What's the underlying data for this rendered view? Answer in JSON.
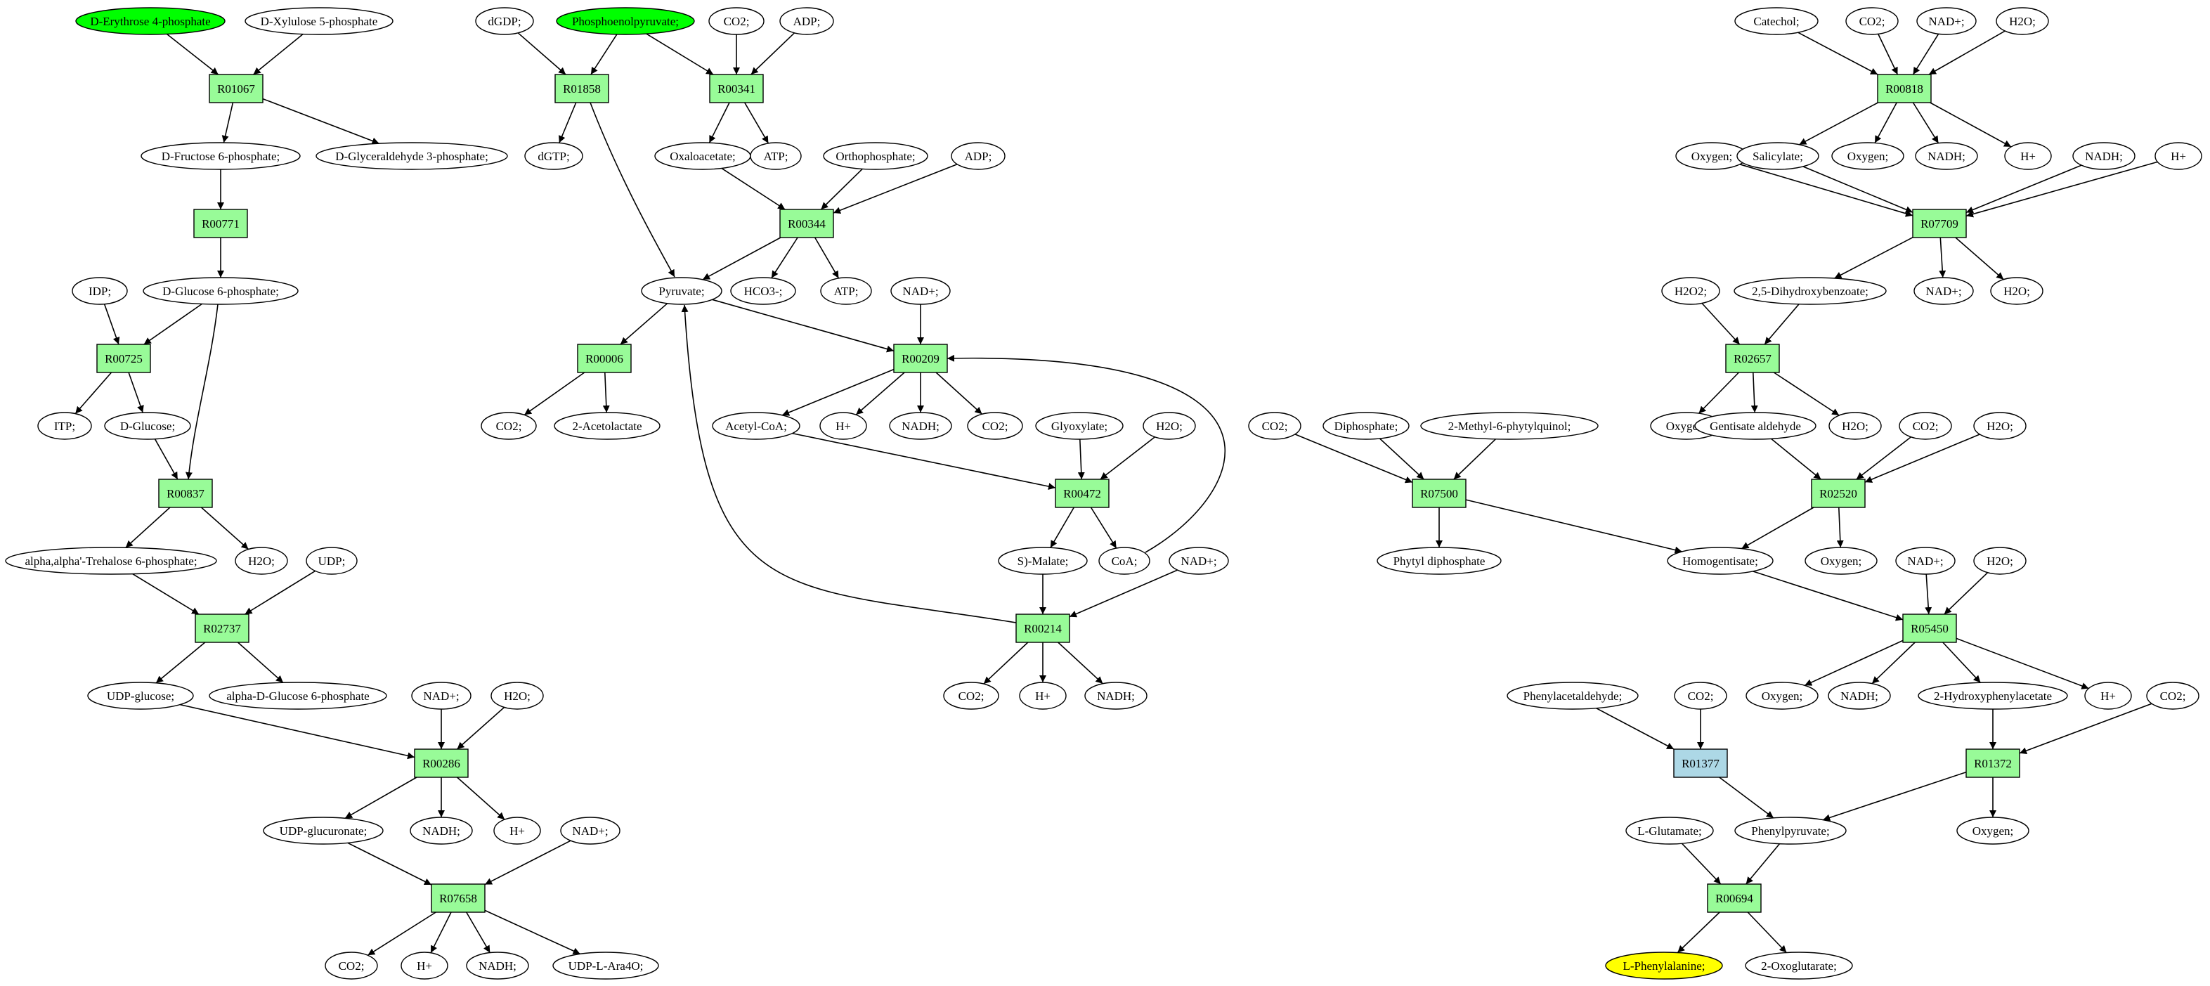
{
  "colors": {
    "metabolite": "#ffffff",
    "reaction": "#98fb98",
    "reaction_highlight": "#add8e6",
    "source": "#00ff00",
    "target": "#ffff00",
    "stroke": "#000000"
  },
  "nodes": [
    {
      "id": "m_e4p",
      "label": "D-Erythrose 4-phosphate",
      "kind": "source"
    },
    {
      "id": "m_xu5p",
      "label": "D-Xylulose 5-phosphate",
      "kind": "metabolite"
    },
    {
      "id": "r_01067",
      "label": "R01067",
      "kind": "reaction"
    },
    {
      "id": "m_f6p",
      "label": "D-Fructose 6-phosphate;",
      "kind": "metabolite"
    },
    {
      "id": "m_g3p",
      "label": "D-Glyceraldehyde 3-phosphate;",
      "kind": "metabolite"
    },
    {
      "id": "r_00771",
      "label": "R00771",
      "kind": "reaction"
    },
    {
      "id": "m_g6p",
      "label": "D-Glucose 6-phosphate;",
      "kind": "metabolite"
    },
    {
      "id": "m_idp",
      "label": "IDP;",
      "kind": "metabolite"
    },
    {
      "id": "r_00725",
      "label": "R00725",
      "kind": "reaction"
    },
    {
      "id": "m_itp",
      "label": "ITP;",
      "kind": "metabolite"
    },
    {
      "id": "m_dglc",
      "label": "D-Glucose;",
      "kind": "metabolite"
    },
    {
      "id": "r_00837",
      "label": "R00837",
      "kind": "reaction"
    },
    {
      "id": "m_tre6p",
      "label": "alpha,alpha'-Trehalose 6-phosphate;",
      "kind": "metabolite"
    },
    {
      "id": "m_h2o_a",
      "label": "H2O;",
      "kind": "metabolite"
    },
    {
      "id": "m_udp_a",
      "label": "UDP;",
      "kind": "metabolite"
    },
    {
      "id": "r_02737",
      "label": "R02737",
      "kind": "reaction"
    },
    {
      "id": "m_udpglc",
      "label": "UDP-glucose;",
      "kind": "metabolite"
    },
    {
      "id": "m_ag6p",
      "label": "alpha-D-Glucose 6-phosphate",
      "kind": "metabolite"
    },
    {
      "id": "m_nad_a",
      "label": "NAD+;",
      "kind": "metabolite"
    },
    {
      "id": "m_h2o_b",
      "label": "H2O;",
      "kind": "metabolite"
    },
    {
      "id": "r_00286",
      "label": "R00286",
      "kind": "reaction"
    },
    {
      "id": "m_udpglcur",
      "label": "UDP-glucuronate;",
      "kind": "metabolite"
    },
    {
      "id": "m_nadh_a",
      "label": "NADH;",
      "kind": "metabolite"
    },
    {
      "id": "m_h_a",
      "label": "H+",
      "kind": "metabolite"
    },
    {
      "id": "m_nad_b",
      "label": "NAD+;",
      "kind": "metabolite"
    },
    {
      "id": "r_07658",
      "label": "R07658",
      "kind": "reaction"
    },
    {
      "id": "m_co2_a",
      "label": "CO2;",
      "kind": "metabolite"
    },
    {
      "id": "m_h_b",
      "label": "H+",
      "kind": "metabolite"
    },
    {
      "id": "m_nadh_b",
      "label": "NADH;",
      "kind": "metabolite"
    },
    {
      "id": "m_udpara",
      "label": "UDP-L-Ara4O;",
      "kind": "metabolite"
    },
    {
      "id": "m_dgdp",
      "label": "dGDP;",
      "kind": "metabolite"
    },
    {
      "id": "m_pep",
      "label": "Phosphoenolpyruvate;",
      "kind": "source"
    },
    {
      "id": "m_co2_b",
      "label": "CO2;",
      "kind": "metabolite"
    },
    {
      "id": "m_adp_a",
      "label": "ADP;",
      "kind": "metabolite"
    },
    {
      "id": "r_01858",
      "label": "R01858",
      "kind": "reaction"
    },
    {
      "id": "r_00341",
      "label": "R00341",
      "kind": "reaction"
    },
    {
      "id": "m_dgtp",
      "label": "dGTP;",
      "kind": "metabolite"
    },
    {
      "id": "m_oaa",
      "label": "Oxaloacetate;",
      "kind": "metabolite"
    },
    {
      "id": "m_atp_a",
      "label": "ATP;",
      "kind": "metabolite"
    },
    {
      "id": "m_pi",
      "label": "Orthophosphate;",
      "kind": "metabolite"
    },
    {
      "id": "m_adp_b",
      "label": "ADP;",
      "kind": "metabolite"
    },
    {
      "id": "r_00344",
      "label": "R00344",
      "kind": "reaction"
    },
    {
      "id": "m_pyr",
      "label": "Pyruvate;",
      "kind": "metabolite"
    },
    {
      "id": "m_hco3",
      "label": "HCO3-;",
      "kind": "metabolite"
    },
    {
      "id": "m_atp_b",
      "label": "ATP;",
      "kind": "metabolite"
    },
    {
      "id": "m_nad_c",
      "label": "NAD+;",
      "kind": "metabolite"
    },
    {
      "id": "r_00006",
      "label": "R00006",
      "kind": "reaction"
    },
    {
      "id": "r_00209",
      "label": "R00209",
      "kind": "reaction"
    },
    {
      "id": "m_co2_c",
      "label": "CO2;",
      "kind": "metabolite"
    },
    {
      "id": "m_acetolac",
      "label": "2-Acetolactate",
      "kind": "metabolite"
    },
    {
      "id": "m_accoa",
      "label": "Acetyl-CoA;",
      "kind": "metabolite"
    },
    {
      "id": "m_h_c",
      "label": "H+",
      "kind": "metabolite"
    },
    {
      "id": "m_nadh_c",
      "label": "NADH;",
      "kind": "metabolite"
    },
    {
      "id": "m_co2_d",
      "label": "CO2;",
      "kind": "metabolite"
    },
    {
      "id": "m_glyox",
      "label": "Glyoxylate;",
      "kind": "metabolite"
    },
    {
      "id": "m_h2o_c",
      "label": "H2O;",
      "kind": "metabolite"
    },
    {
      "id": "r_00472",
      "label": "R00472",
      "kind": "reaction"
    },
    {
      "id": "m_smal",
      "label": "S)-Malate;",
      "kind": "metabolite"
    },
    {
      "id": "m_coa",
      "label": "CoA;",
      "kind": "metabolite"
    },
    {
      "id": "m_nad_d",
      "label": "NAD+;",
      "kind": "metabolite"
    },
    {
      "id": "r_00214",
      "label": "R00214",
      "kind": "reaction"
    },
    {
      "id": "m_co2_e",
      "label": "CO2;",
      "kind": "metabolite"
    },
    {
      "id": "m_h_d",
      "label": "H+",
      "kind": "metabolite"
    },
    {
      "id": "m_nadh_d",
      "label": "NADH;",
      "kind": "metabolite"
    },
    {
      "id": "m_catechol",
      "label": "Catechol;",
      "kind": "metabolite"
    },
    {
      "id": "m_co2_f",
      "label": "CO2;",
      "kind": "metabolite"
    },
    {
      "id": "m_nad_e",
      "label": "NAD+;",
      "kind": "metabolite"
    },
    {
      "id": "m_h2o_d",
      "label": "H2O;",
      "kind": "metabolite"
    },
    {
      "id": "r_00818",
      "label": "R00818",
      "kind": "reaction"
    },
    {
      "id": "m_o2_a",
      "label": "Oxygen;",
      "kind": "metabolite"
    },
    {
      "id": "m_salic",
      "label": "Salicylate;",
      "kind": "metabolite"
    },
    {
      "id": "m_o2_b",
      "label": "Oxygen;",
      "kind": "metabolite"
    },
    {
      "id": "m_nadh_e",
      "label": "NADH;",
      "kind": "metabolite"
    },
    {
      "id": "m_h_e",
      "label": "H+",
      "kind": "metabolite"
    },
    {
      "id": "m_nadh_f",
      "label": "NADH;",
      "kind": "metabolite"
    },
    {
      "id": "m_h_f",
      "label": "H+",
      "kind": "metabolite"
    },
    {
      "id": "r_07709",
      "label": "R07709",
      "kind": "reaction"
    },
    {
      "id": "m_h2o2",
      "label": "H2O2;",
      "kind": "metabolite"
    },
    {
      "id": "m_dhb",
      "label": "2,5-Dihydroxybenzoate;",
      "kind": "metabolite"
    },
    {
      "id": "m_nad_f",
      "label": "NAD+;",
      "kind": "metabolite"
    },
    {
      "id": "m_h2o_e",
      "label": "H2O;",
      "kind": "metabolite"
    },
    {
      "id": "r_02657",
      "label": "R02657",
      "kind": "reaction"
    },
    {
      "id": "m_o2_c",
      "label": "Oxygen;",
      "kind": "metabolite"
    },
    {
      "id": "m_gentald",
      "label": "Gentisate aldehyde",
      "kind": "metabolite"
    },
    {
      "id": "m_h2o_f",
      "label": "H2O;",
      "kind": "metabolite"
    },
    {
      "id": "m_co2_g",
      "label": "CO2;",
      "kind": "metabolite"
    },
    {
      "id": "m_h2o_g",
      "label": "H2O;",
      "kind": "metabolite"
    },
    {
      "id": "r_02520",
      "label": "R02520",
      "kind": "reaction"
    },
    {
      "id": "m_co2_h",
      "label": "CO2;",
      "kind": "metabolite"
    },
    {
      "id": "m_dipho",
      "label": "Diphosphate;",
      "kind": "metabolite"
    },
    {
      "id": "m_mpq",
      "label": "2-Methyl-6-phytylquinol;",
      "kind": "metabolite"
    },
    {
      "id": "r_07500",
      "label": "R07500",
      "kind": "reaction"
    },
    {
      "id": "m_phytyl",
      "label": "Phytyl diphosphate",
      "kind": "metabolite"
    },
    {
      "id": "m_homog",
      "label": "Homogentisate;",
      "kind": "metabolite"
    },
    {
      "id": "m_o2_d",
      "label": "Oxygen;",
      "kind": "metabolite"
    },
    {
      "id": "m_nad_g",
      "label": "NAD+;",
      "kind": "metabolite"
    },
    {
      "id": "m_h2o_h",
      "label": "H2O;",
      "kind": "metabolite"
    },
    {
      "id": "r_05450",
      "label": "R05450",
      "kind": "reaction"
    },
    {
      "id": "m_o2_e",
      "label": "Oxygen;",
      "kind": "metabolite"
    },
    {
      "id": "m_nadh_g",
      "label": "NADH;",
      "kind": "metabolite"
    },
    {
      "id": "m_2hpa",
      "label": "2-Hydroxyphenylacetate",
      "kind": "metabolite"
    },
    {
      "id": "m_h_g",
      "label": "H+",
      "kind": "metabolite"
    },
    {
      "id": "m_co2_i",
      "label": "CO2;",
      "kind": "metabolite"
    },
    {
      "id": "m_phald",
      "label": "Phenylacetaldehyde;",
      "kind": "metabolite"
    },
    {
      "id": "m_co2_j",
      "label": "CO2;",
      "kind": "metabolite"
    },
    {
      "id": "r_01377",
      "label": "R01377",
      "kind": "reaction_highlight"
    },
    {
      "id": "r_01372",
      "label": "R01372",
      "kind": "reaction"
    },
    {
      "id": "m_lglu",
      "label": "L-Glutamate;",
      "kind": "metabolite"
    },
    {
      "id": "m_phpyr",
      "label": "Phenylpyruvate;",
      "kind": "metabolite"
    },
    {
      "id": "m_o2_f",
      "label": "Oxygen;",
      "kind": "metabolite"
    },
    {
      "id": "r_00694",
      "label": "R00694",
      "kind": "reaction"
    },
    {
      "id": "m_lphe",
      "label": "L-Phenylalanine;",
      "kind": "target"
    },
    {
      "id": "m_2og",
      "label": "2-Oxoglutarate;",
      "kind": "metabolite"
    }
  ],
  "edges": [
    [
      "m_e4p",
      "r_01067"
    ],
    [
      "m_xu5p",
      "r_01067"
    ],
    [
      "r_01067",
      "m_f6p"
    ],
    [
      "r_01067",
      "m_g3p"
    ],
    [
      "m_f6p",
      "r_00771"
    ],
    [
      "r_00771",
      "m_g6p"
    ],
    [
      "m_g6p",
      "r_00725"
    ],
    [
      "m_idp",
      "r_00725"
    ],
    [
      "m_g6p",
      "r_00837"
    ],
    [
      "r_00725",
      "m_itp"
    ],
    [
      "r_00725",
      "m_dglc"
    ],
    [
      "m_dglc",
      "r_00837"
    ],
    [
      "r_00837",
      "m_tre6p"
    ],
    [
      "r_00837",
      "m_h2o_a"
    ],
    [
      "m_tre6p",
      "r_02737"
    ],
    [
      "m_udp_a",
      "r_02737"
    ],
    [
      "r_02737",
      "m_udpglc"
    ],
    [
      "r_02737",
      "m_ag6p"
    ],
    [
      "m_udpglc",
      "r_00286"
    ],
    [
      "m_nad_a",
      "r_00286"
    ],
    [
      "m_h2o_b",
      "r_00286"
    ],
    [
      "r_00286",
      "m_udpglcur"
    ],
    [
      "r_00286",
      "m_nadh_a"
    ],
    [
      "r_00286",
      "m_h_a"
    ],
    [
      "m_udpglcur",
      "r_07658"
    ],
    [
      "m_nad_b",
      "r_07658"
    ],
    [
      "r_07658",
      "m_co2_a"
    ],
    [
      "r_07658",
      "m_h_b"
    ],
    [
      "r_07658",
      "m_nadh_b"
    ],
    [
      "r_07658",
      "m_udpara"
    ],
    [
      "m_dgdp",
      "r_01858"
    ],
    [
      "m_pep",
      "r_01858"
    ],
    [
      "m_pep",
      "r_00341"
    ],
    [
      "m_co2_b",
      "r_00341"
    ],
    [
      "m_adp_a",
      "r_00341"
    ],
    [
      "r_01858",
      "m_dgtp"
    ],
    [
      "r_01858",
      "m_pyr"
    ],
    [
      "r_00341",
      "m_oaa"
    ],
    [
      "r_00341",
      "m_atp_a"
    ],
    [
      "m_oaa",
      "r_00344"
    ],
    [
      "m_pi",
      "r_00344"
    ],
    [
      "m_adp_b",
      "r_00344"
    ],
    [
      "r_00344",
      "m_pyr"
    ],
    [
      "r_00344",
      "m_hco3"
    ],
    [
      "r_00344",
      "m_atp_b"
    ],
    [
      "m_pyr",
      "r_00006"
    ],
    [
      "m_pyr",
      "r_00209"
    ],
    [
      "m_nad_c",
      "r_00209"
    ],
    [
      "m_coa",
      "r_00209"
    ],
    [
      "r_00006",
      "m_co2_c"
    ],
    [
      "r_00006",
      "m_acetolac"
    ],
    [
      "r_00209",
      "m_accoa"
    ],
    [
      "r_00209",
      "m_h_c"
    ],
    [
      "r_00209",
      "m_nadh_c"
    ],
    [
      "r_00209",
      "m_co2_d"
    ],
    [
      "m_accoa",
      "r_00472"
    ],
    [
      "m_glyox",
      "r_00472"
    ],
    [
      "m_h2o_c",
      "r_00472"
    ],
    [
      "r_00472",
      "m_smal"
    ],
    [
      "r_00472",
      "m_coa"
    ],
    [
      "m_smal",
      "r_00214"
    ],
    [
      "m_nad_d",
      "r_00214"
    ],
    [
      "r_00214",
      "m_pyr"
    ],
    [
      "r_00214",
      "m_co2_e"
    ],
    [
      "r_00214",
      "m_h_d"
    ],
    [
      "r_00214",
      "m_nadh_d"
    ],
    [
      "m_catechol",
      "r_00818"
    ],
    [
      "m_co2_f",
      "r_00818"
    ],
    [
      "m_nad_e",
      "r_00818"
    ],
    [
      "m_h2o_d",
      "r_00818"
    ],
    [
      "r_00818",
      "m_salic"
    ],
    [
      "r_00818",
      "m_o2_b"
    ],
    [
      "r_00818",
      "m_nadh_e"
    ],
    [
      "r_00818",
      "m_h_e"
    ],
    [
      "m_o2_a",
      "r_07709"
    ],
    [
      "m_salic",
      "r_07709"
    ],
    [
      "m_nadh_f",
      "r_07709"
    ],
    [
      "m_h_f",
      "r_07709"
    ],
    [
      "r_07709",
      "m_dhb"
    ],
    [
      "r_07709",
      "m_nad_f"
    ],
    [
      "r_07709",
      "m_h2o_e"
    ],
    [
      "m_h2o2",
      "r_02657"
    ],
    [
      "m_dhb",
      "r_02657"
    ],
    [
      "r_02657",
      "m_o2_c"
    ],
    [
      "r_02657",
      "m_gentald"
    ],
    [
      "r_02657",
      "m_h2o_f"
    ],
    [
      "m_gentald",
      "r_02520"
    ],
    [
      "m_co2_g",
      "r_02520"
    ],
    [
      "m_h2o_g",
      "r_02520"
    ],
    [
      "r_02520",
      "m_homog"
    ],
    [
      "r_02520",
      "m_o2_d"
    ],
    [
      "m_co2_h",
      "r_07500"
    ],
    [
      "m_dipho",
      "r_07500"
    ],
    [
      "m_mpq",
      "r_07500"
    ],
    [
      "r_07500",
      "m_phytyl"
    ],
    [
      "r_07500",
      "m_homog"
    ],
    [
      "m_homog",
      "r_05450"
    ],
    [
      "m_nad_g",
      "r_05450"
    ],
    [
      "m_h2o_h",
      "r_05450"
    ],
    [
      "r_05450",
      "m_o2_e"
    ],
    [
      "r_05450",
      "m_nadh_g"
    ],
    [
      "r_05450",
      "m_2hpa"
    ],
    [
      "r_05450",
      "m_h_g"
    ],
    [
      "m_2hpa",
      "r_01372"
    ],
    [
      "m_co2_i",
      "r_01372"
    ],
    [
      "m_phald",
      "r_01377"
    ],
    [
      "m_co2_j",
      "r_01377"
    ],
    [
      "r_01377",
      "m_phpyr"
    ],
    [
      "r_01372",
      "m_phpyr"
    ],
    [
      "r_01372",
      "m_o2_f"
    ],
    [
      "m_lglu",
      "r_00694"
    ],
    [
      "m_phpyr",
      "r_00694"
    ],
    [
      "r_00694",
      "m_lphe"
    ],
    [
      "r_00694",
      "m_2og"
    ]
  ]
}
